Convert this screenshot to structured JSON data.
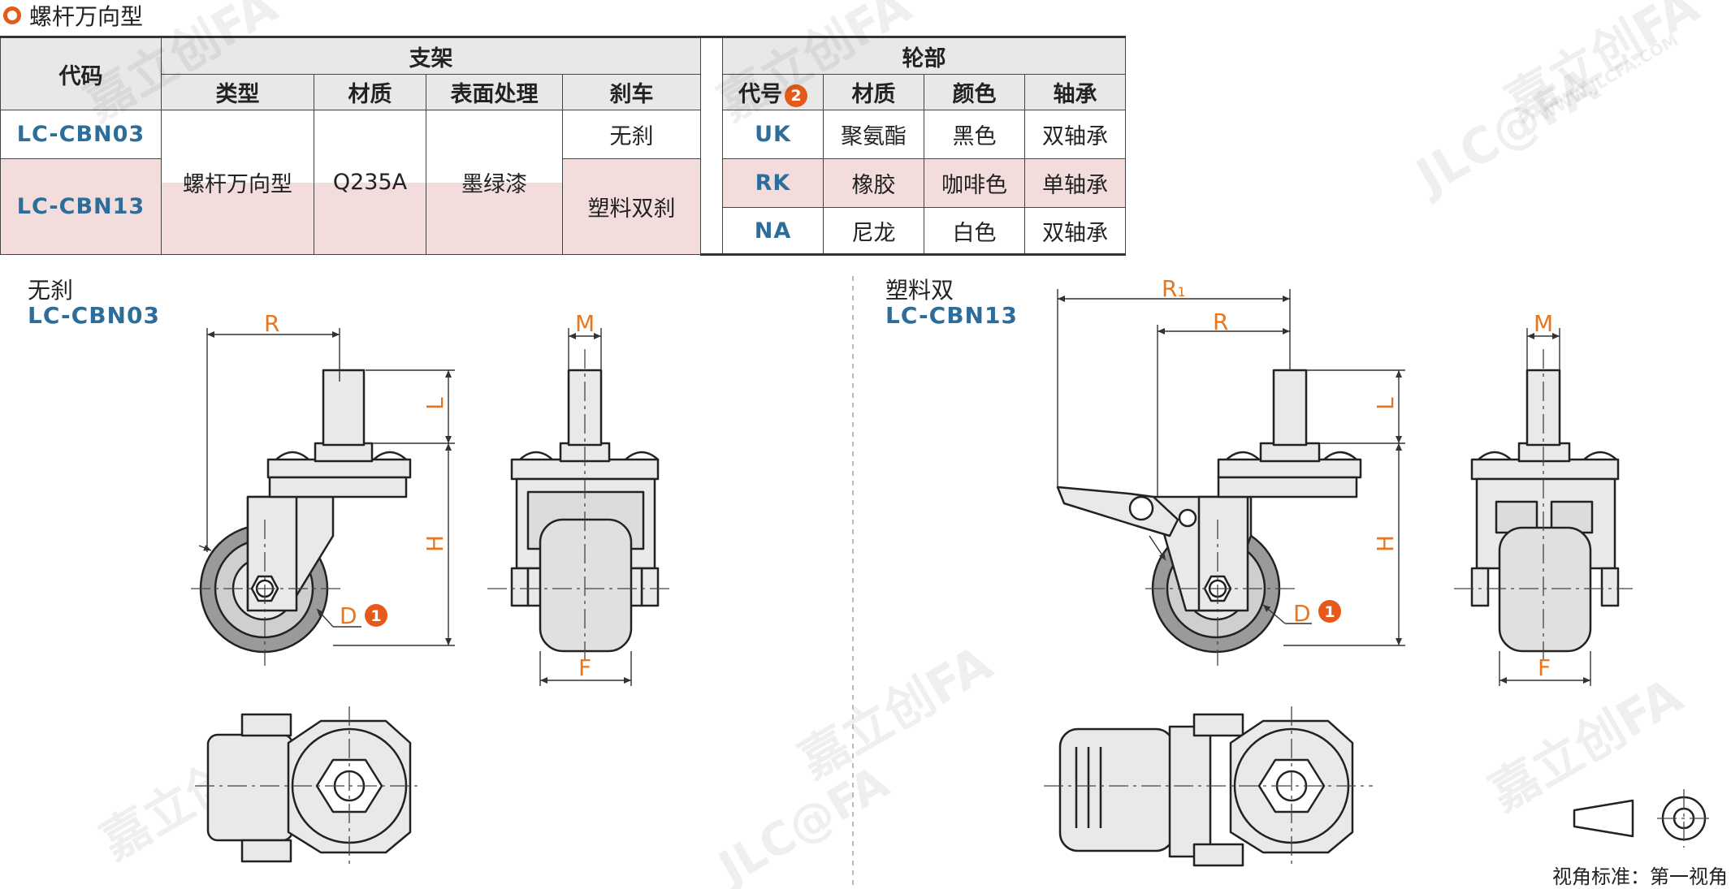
{
  "section_title": "螺杆万向型",
  "table": {
    "header": {
      "code": "代码",
      "bracket": "支架",
      "wheel": "轮部",
      "bracket_cols": [
        "类型",
        "材质",
        "表面处理",
        "刹车"
      ],
      "wheel_code": "代号",
      "wheel_code_badge": "2",
      "wheel_cols": [
        "材质",
        "颜色",
        "轴承"
      ]
    },
    "codes": [
      "LC-CBN03",
      "LC-CBN13"
    ],
    "bracket_values": {
      "type": "螺杆万向型",
      "material": "Q235A",
      "surface": "墨绿漆"
    },
    "brakes": [
      "无刹",
      "塑料双刹"
    ],
    "wheels": [
      {
        "code": "UK",
        "material": "聚氨酯",
        "color": "黑色",
        "bearing": "双轴承"
      },
      {
        "code": "RK",
        "material": "橡胶",
        "color": "咖啡色",
        "bearing": "单轴承"
      },
      {
        "code": "NA",
        "material": "尼龙",
        "color": "白色",
        "bearing": "双轴承"
      }
    ]
  },
  "views": {
    "left": {
      "label": "无刹",
      "code": "LC-CBN03"
    },
    "right": {
      "label": "塑料双",
      "code": "LC-CBN13"
    }
  },
  "dims": {
    "R": "R",
    "R1": "R",
    "R1_sub": "1",
    "M": "M",
    "L": "L",
    "H": "H",
    "F": "F",
    "D": "D",
    "D_badge": "1"
  },
  "watermark": {
    "brand": "嘉立创FA",
    "url": "WWW.JLCFA.COM",
    "logo": "JLC@FA"
  },
  "footnote": "视角标准：第一视角",
  "colors": {
    "accent": "#e55a1b",
    "dimension": "#e8761f",
    "code_blue": "#2d6d9a",
    "row_pink": "#f3dcdc",
    "header_gray": "#e8e8e8"
  }
}
